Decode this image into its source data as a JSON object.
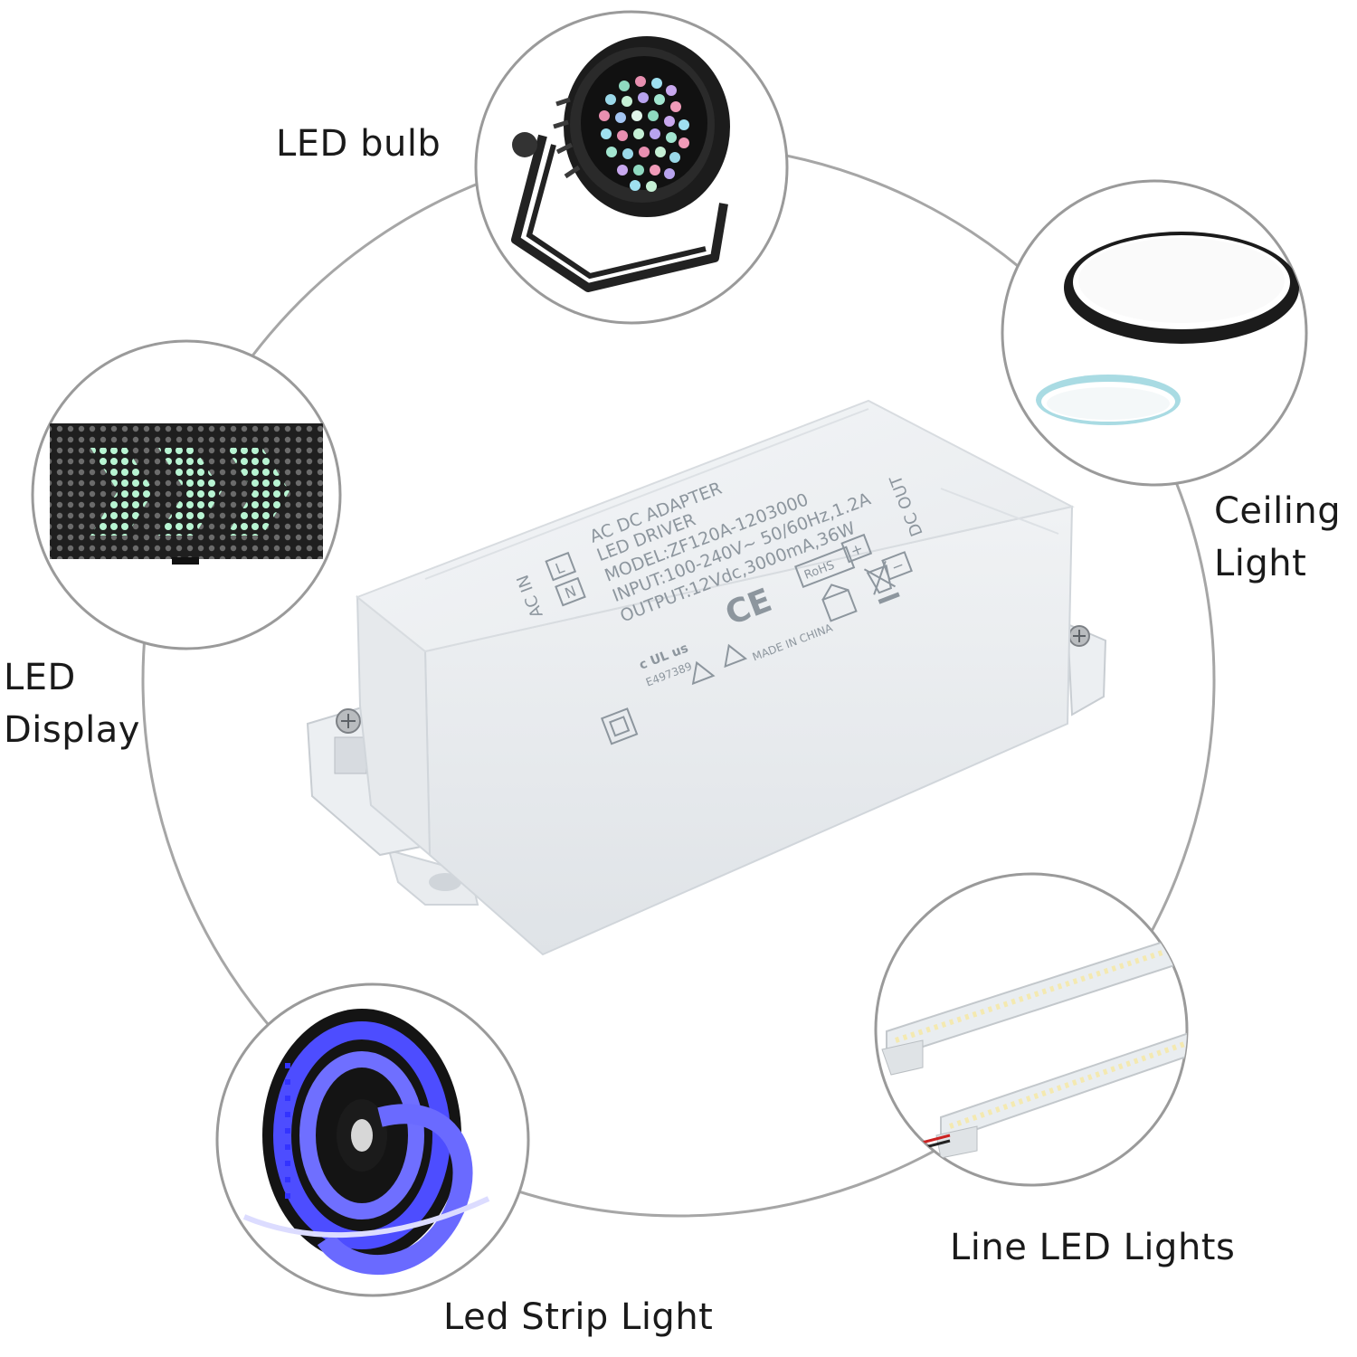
{
  "labels": {
    "led_bulb": "LED bulb",
    "ceiling_light": [
      "Ceiling",
      "Light"
    ],
    "led_display": [
      "LED",
      "Display"
    ],
    "line_led_lights": "Line LED Lights",
    "led_strip_light": "Led Strip Light"
  },
  "product": {
    "lines": [
      "AC DC ADAPTER",
      "LED DRIVER",
      "MODEL:ZF120A-1203000",
      "INPUT:100-240V~ 50/60Hz,1.2A",
      "OUTPUT:12Vdc,3000mA,36W"
    ],
    "ac_in": "AC IN",
    "dc_out": "DC OUT",
    "terminal_l": "L",
    "terminal_n": "N",
    "plus": "+",
    "minus": "−",
    "ce": "CE",
    "rohs": "RoHS",
    "ul_mark": "c UL us",
    "ul_file": "E497389",
    "made_in": "MADE IN CHINA"
  },
  "colors": {
    "ring": "#a6a6a6",
    "circle_border": "#9a9a9a",
    "housing": "#eef0f2",
    "housing_shadow": "#d4d8dc",
    "print": "#9aa3ac",
    "display_green": "#a7f0c8",
    "strip_blue": "#4d4dff"
  },
  "icons": [
    "led-par-light-icon",
    "ceiling-light-icon",
    "led-display-icon",
    "led-strip-reel-icon",
    "line-led-bar-icon"
  ]
}
